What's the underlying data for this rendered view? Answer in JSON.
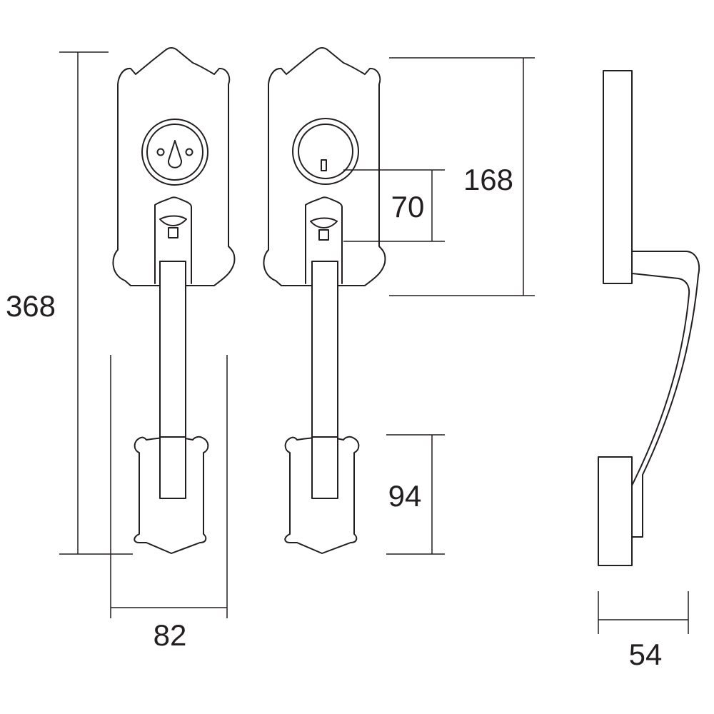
{
  "dimensions": {
    "overall_height": "368",
    "width": "82",
    "plate_height": "168",
    "cylinder_to_thumb": "70",
    "grip_plate_height": "94",
    "projection": "54"
  }
}
